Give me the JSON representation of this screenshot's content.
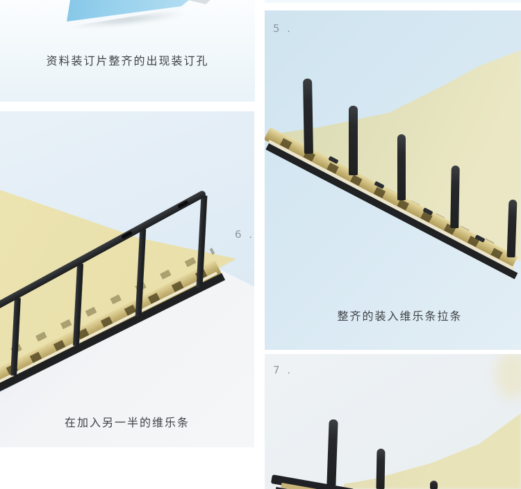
{
  "page": {
    "background_color": "#ffffff"
  },
  "colors": {
    "photo_blue_bg": "#cfe4f0",
    "photo_pale_blue_bg": "#e9f1f8",
    "photo_gray_bg": "#eef2f5",
    "paper_cream": "#e9e3b8",
    "binding_rail_gold": "#c9b778",
    "comb_black": "#222528",
    "notebook_cover_blue": "#8ecbe9",
    "caption_text": "#3e4145",
    "step_label_text": "#8d97a0"
  },
  "panels": {
    "step4_partial": {
      "caption": "资料装订片整齐的出现装订孔"
    },
    "step5": {
      "step_label": "5 .",
      "caption": "整齐的装入维乐条拉条"
    },
    "step6": {
      "step_label": "6 .",
      "caption": "在加入另一半的维乐条"
    },
    "step7": {
      "step_label": "7 ."
    }
  }
}
